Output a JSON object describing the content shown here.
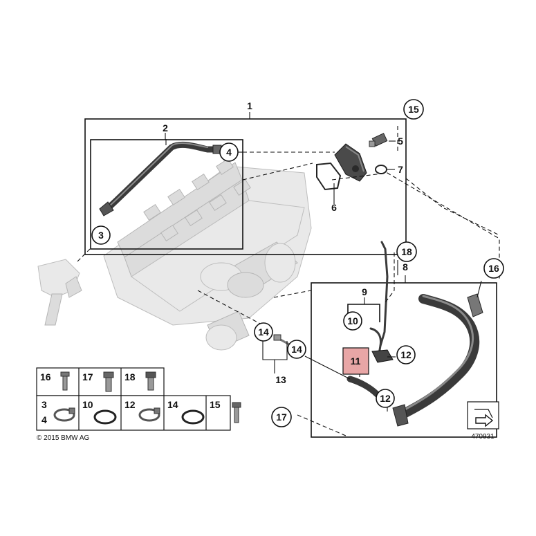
{
  "callouts": {
    "c1": "1",
    "c2": "2",
    "c3": "3",
    "c4": "4",
    "c5": "5",
    "c6": "6",
    "c7": "7",
    "c8": "8",
    "c9": "9",
    "c10": "10",
    "c11": "11",
    "c12a": "12",
    "c12b": "12",
    "c13": "13",
    "c14a": "14",
    "c14b": "14",
    "c15": "15",
    "c16": "16",
    "c17": "17",
    "c18": "18"
  },
  "legend": {
    "r1": [
      "16",
      "17",
      "18"
    ],
    "r2a": [
      "3",
      "10",
      "12",
      "14",
      "15"
    ],
    "r2b": "4"
  },
  "footer": {
    "copyright": "© 2015 BMW AG",
    "diagram_id": "470931"
  },
  "colors": {
    "highlight": "#e8a6a6",
    "line": "#111111"
  }
}
